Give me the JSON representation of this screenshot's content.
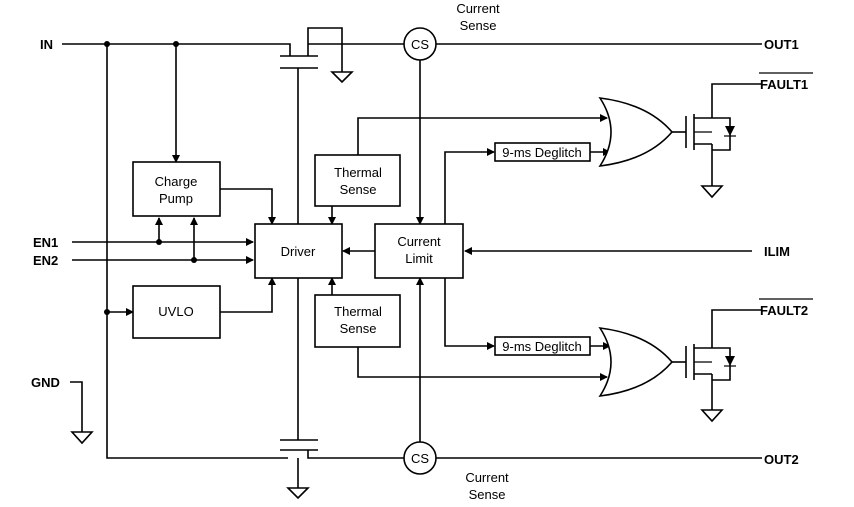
{
  "pins": {
    "in": "IN",
    "en1": "EN1",
    "en2": "EN2",
    "gnd": "GND",
    "out1": "OUT1",
    "out2": "OUT2",
    "fault1": "FAULT1",
    "fault2": "FAULT2",
    "ilim": "ILIM"
  },
  "blocks": {
    "charge_pump": [
      "Charge",
      "Pump"
    ],
    "uvlo": "UVLO",
    "driver": "Driver",
    "thermal_sense_top": [
      "Thermal",
      "Sense"
    ],
    "thermal_sense_bottom": [
      "Thermal",
      "Sense"
    ],
    "current_limit": [
      "Current",
      "Limit"
    ],
    "deglitch_top": "9-ms Deglitch",
    "deglitch_bottom": "9-ms Deglitch",
    "cs_top": "CS",
    "cs_bottom": "CS"
  },
  "annotations": {
    "current_sense_top": [
      "Current",
      "Sense"
    ],
    "current_sense_bottom": [
      "Current",
      "Sense"
    ]
  }
}
